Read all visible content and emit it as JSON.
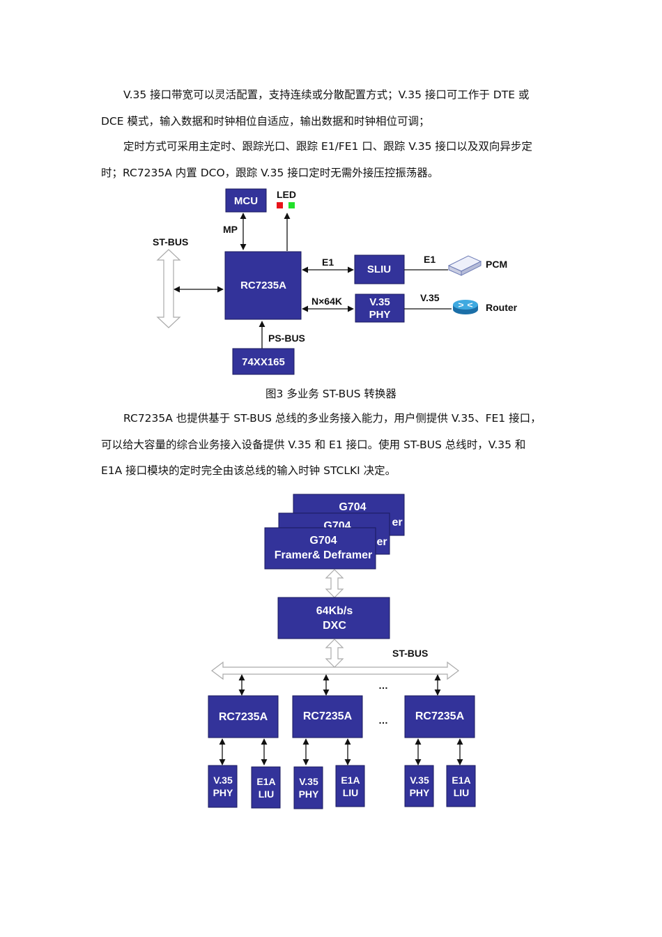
{
  "paragraphs": [
    {
      "lines": [
        "V.35 接口带宽可以灵活配置，支持连续或分散配置方式；V.35 接口可工作于 DTE 或",
        "DCE 模式，输入数据和时钟相位自适应，输出数据和时钟相位可调；"
      ]
    },
    {
      "lines": [
        "定时方式可采用主定时、跟踪光口、跟踪 E1/FE1 口、跟踪 V.35 接口以及双向异步定",
        "时；RC7235A 内置 DCO，跟踪 V.35 接口定时无需外接压控振荡器。"
      ]
    },
    {
      "lines": [
        "RC7235A 也提供基于 ST-BUS 总线的多业务接入能力，用户侧提供 V.35、FE1 接口，",
        "可以给大容量的综合业务接入设备提供 V.35 和 E1 接口。使用 ST-BUS 总线时，V.35 和",
        "E1A 接口模块的定时完全由该总线的输入时钟 STCLKI 决定。"
      ]
    }
  ],
  "figure3": {
    "caption": "图3  多业务 ST-BUS 转换器",
    "mcu": "MCU",
    "led_label": "LED",
    "led_colors": [
      "#e8141b",
      "#22e02a"
    ],
    "mp_label": "MP",
    "stbus_label": "ST-BUS",
    "core": "RC7235A",
    "e1_link_label": "E1",
    "sliu": "SLIU",
    "e1_out_label": "E1",
    "pcm_label": "PCM",
    "nx64_label": "N×64K",
    "v35phy_line1": "V.35",
    "v35phy_line2": "PHY",
    "v35_out_label": "V.35",
    "router_label": "Router",
    "psbus_label": "PS-BUS",
    "chip_74": "74XX165"
  },
  "figure4": {
    "g704_line1": "G704",
    "g704_line2": "Framer& Deframer",
    "g704_back_tail": "er",
    "dxc_line1": "64Kb/s",
    "dxc_line2": "DXC",
    "stbus_label": "ST-BUS",
    "ellipsis": "…",
    "units": [
      {
        "chip": "RC7235A",
        "phy1": "V.35",
        "phy2": "PHY",
        "liu1": "E1A",
        "liu2": "LIU"
      },
      {
        "chip": "RC7235A",
        "phy1": "V.35",
        "phy2": "PHY",
        "liu1": "E1A",
        "liu2": "LIU"
      },
      {
        "chip": "RC7235A",
        "phy1": "V.35",
        "phy2": "PHY",
        "liu1": "E1A",
        "liu2": "LIU"
      }
    ]
  },
  "colors": {
    "block": "#33339a"
  }
}
